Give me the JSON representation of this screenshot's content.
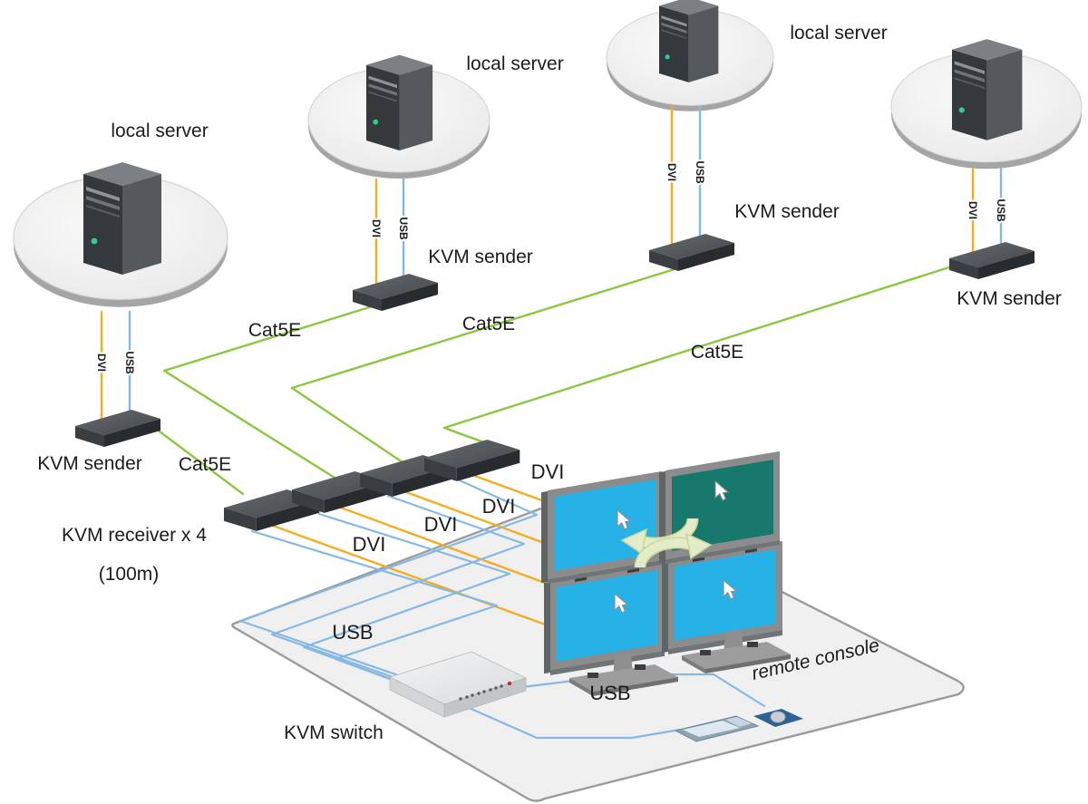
{
  "labels": {
    "local_server": "local server",
    "kvm_sender": "KVM sender",
    "kvm_receiver": "KVM receiver x 4",
    "receiver_distance": "(100m)",
    "kvm_switch": "KVM switch",
    "remote_console": "remote console",
    "cable_cat5e": "Cat5E",
    "cable_dvi": "DVI",
    "cable_usb": "USB"
  },
  "colors": {
    "cable_cat5e": "#8dc63f",
    "cable_dvi": "#f5ac1e",
    "cable_usb": "#85b9e4",
    "screen_active": "#27b2e7",
    "screen_secondary": "#17796e",
    "rotate_arrow": "#e3ebc7",
    "rotate_arrow_edge": "#c9d79e",
    "led_green": "#2ecc8e"
  }
}
